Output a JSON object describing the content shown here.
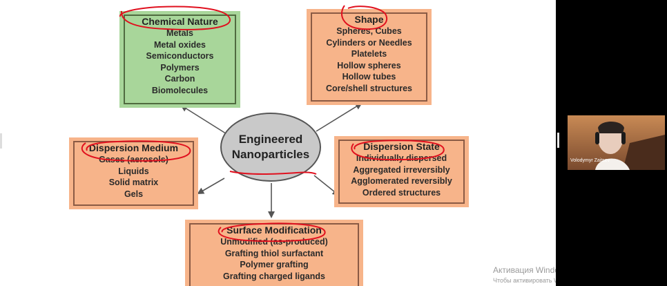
{
  "diagram": {
    "center": {
      "line1": "Engineered",
      "line2": "Nanoparticles"
    },
    "chemical_nature": {
      "title": "Chemical Nature",
      "items": [
        "Metals",
        "Metal oxides",
        "Semiconductors",
        "Polymers",
        "Carbon",
        "Biomolecules"
      ]
    },
    "shape": {
      "title": "Shape",
      "items": [
        "Spheres, Cubes",
        "Cylinders or Needles",
        "Platelets",
        "Hollow spheres",
        "Hollow tubes",
        "Core/shell structures"
      ]
    },
    "dispersion_medium": {
      "title": "Dispersion Medium",
      "items": [
        "Gases (aerosols)",
        "Liquids",
        "Solid matrix",
        "Gels"
      ]
    },
    "dispersion_state": {
      "title": "Dispersion State",
      "items": [
        "Individually dispersed",
        "Aggregated irreversibly",
        "Agglomerated reversibly",
        "Ordered structures"
      ]
    },
    "surface_modification": {
      "title": "Surface Modification",
      "items": [
        "Unmodified (as-produced)",
        "Grafting thiol surfactant",
        "Polymer grafting",
        "Grafting charged ligands"
      ]
    }
  },
  "colors": {
    "peach": "#f7b48a",
    "green": "#a8d69a",
    "annotation_red": "#e0101e",
    "border": "#8a5a44"
  },
  "webcam": {
    "name": "Volodymyr Zaitsev"
  },
  "watermark": {
    "line1": "Активация Windows",
    "line2": "Чтобы активировать Windows, перейдите в раздел"
  }
}
